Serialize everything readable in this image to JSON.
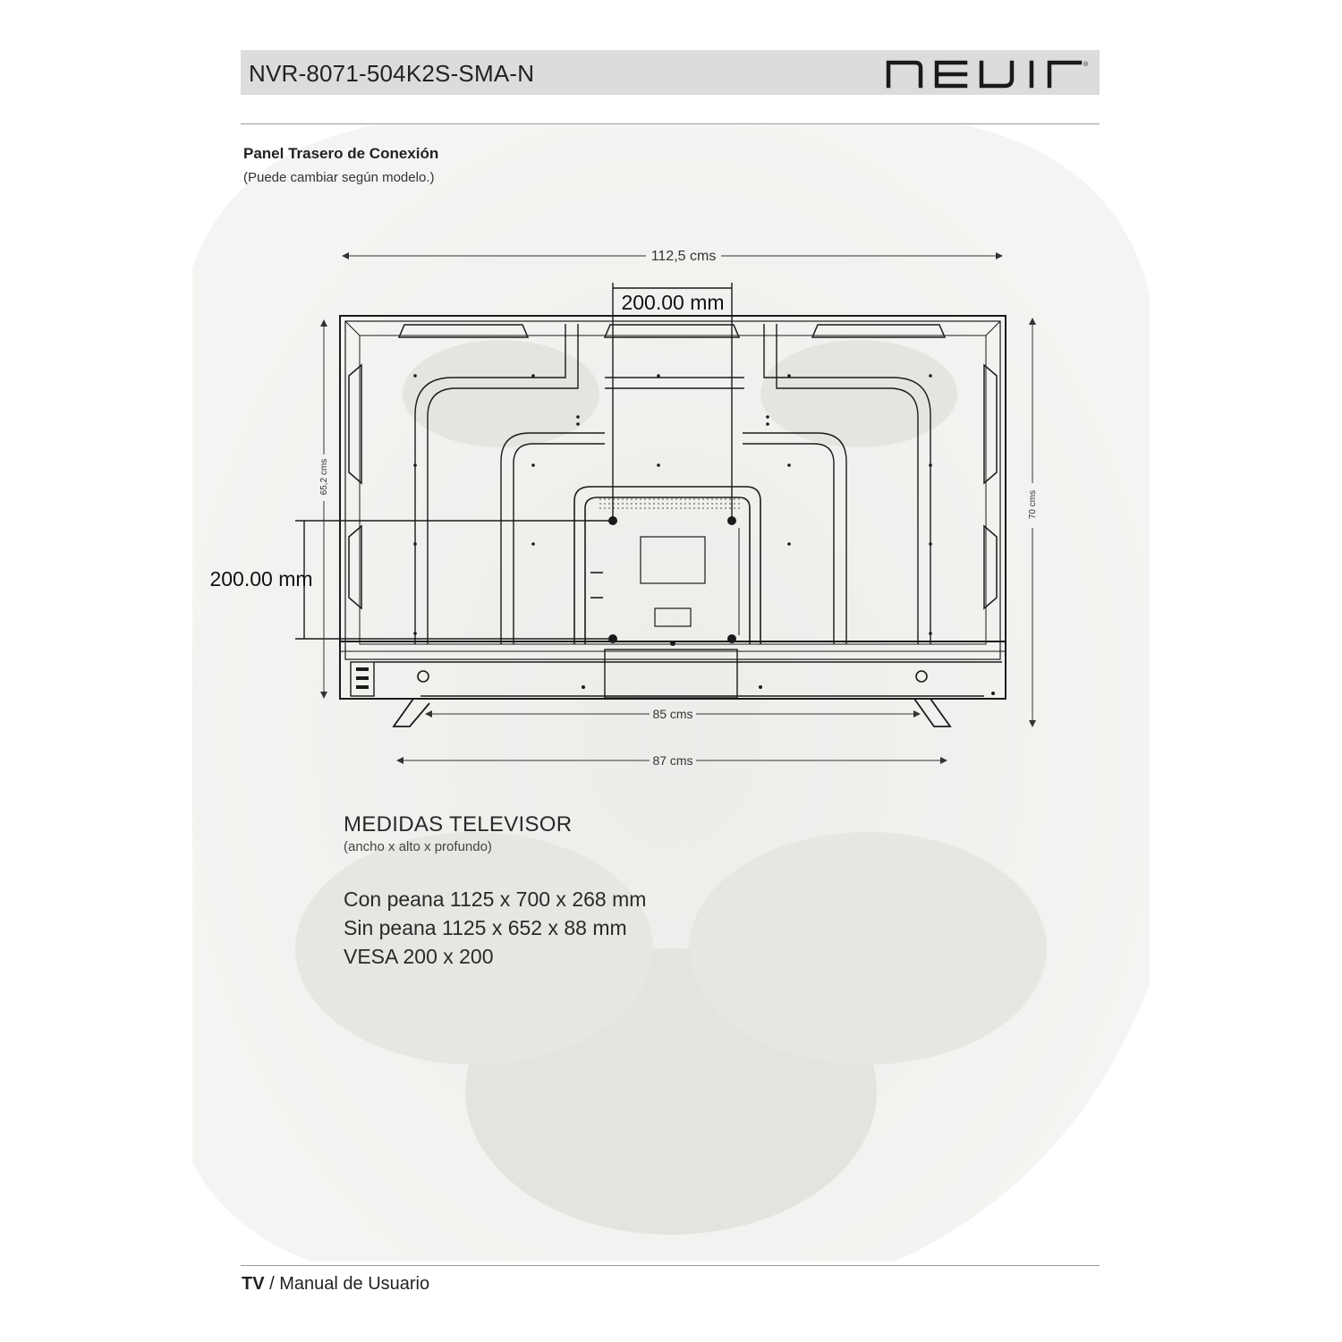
{
  "header": {
    "model_code": "NVR-8071-504K2S-SMA-N",
    "brand": "nevir"
  },
  "section": {
    "title": "Panel Trasero de Conexión",
    "note": "(Puede cambiar según modelo.)"
  },
  "diagram": {
    "width_total": "112,5 cms",
    "vesa_horizontal": "200.00 mm",
    "vesa_vertical": "200.00 mm",
    "panel_height": "65,2 cms",
    "total_height": "70 cms",
    "stand_inner": "85 cms",
    "stand_outer": "87 cms"
  },
  "specs": {
    "title": "MEDIDAS TELEVISOR",
    "subtitle": "(ancho x alto x profundo)",
    "lines": [
      "Con peana 1125 x 700 x 268 mm",
      "Sin peana 1125 x 652 x 88 mm",
      "VESA 200 x 200"
    ]
  },
  "footer": {
    "category": "TV",
    "separator": " / ",
    "label": "Manual de Usuario"
  },
  "colors": {
    "header_bg": "#dcdcdc",
    "line": "#1a1a1a",
    "watermark": "#e9e9e6"
  }
}
